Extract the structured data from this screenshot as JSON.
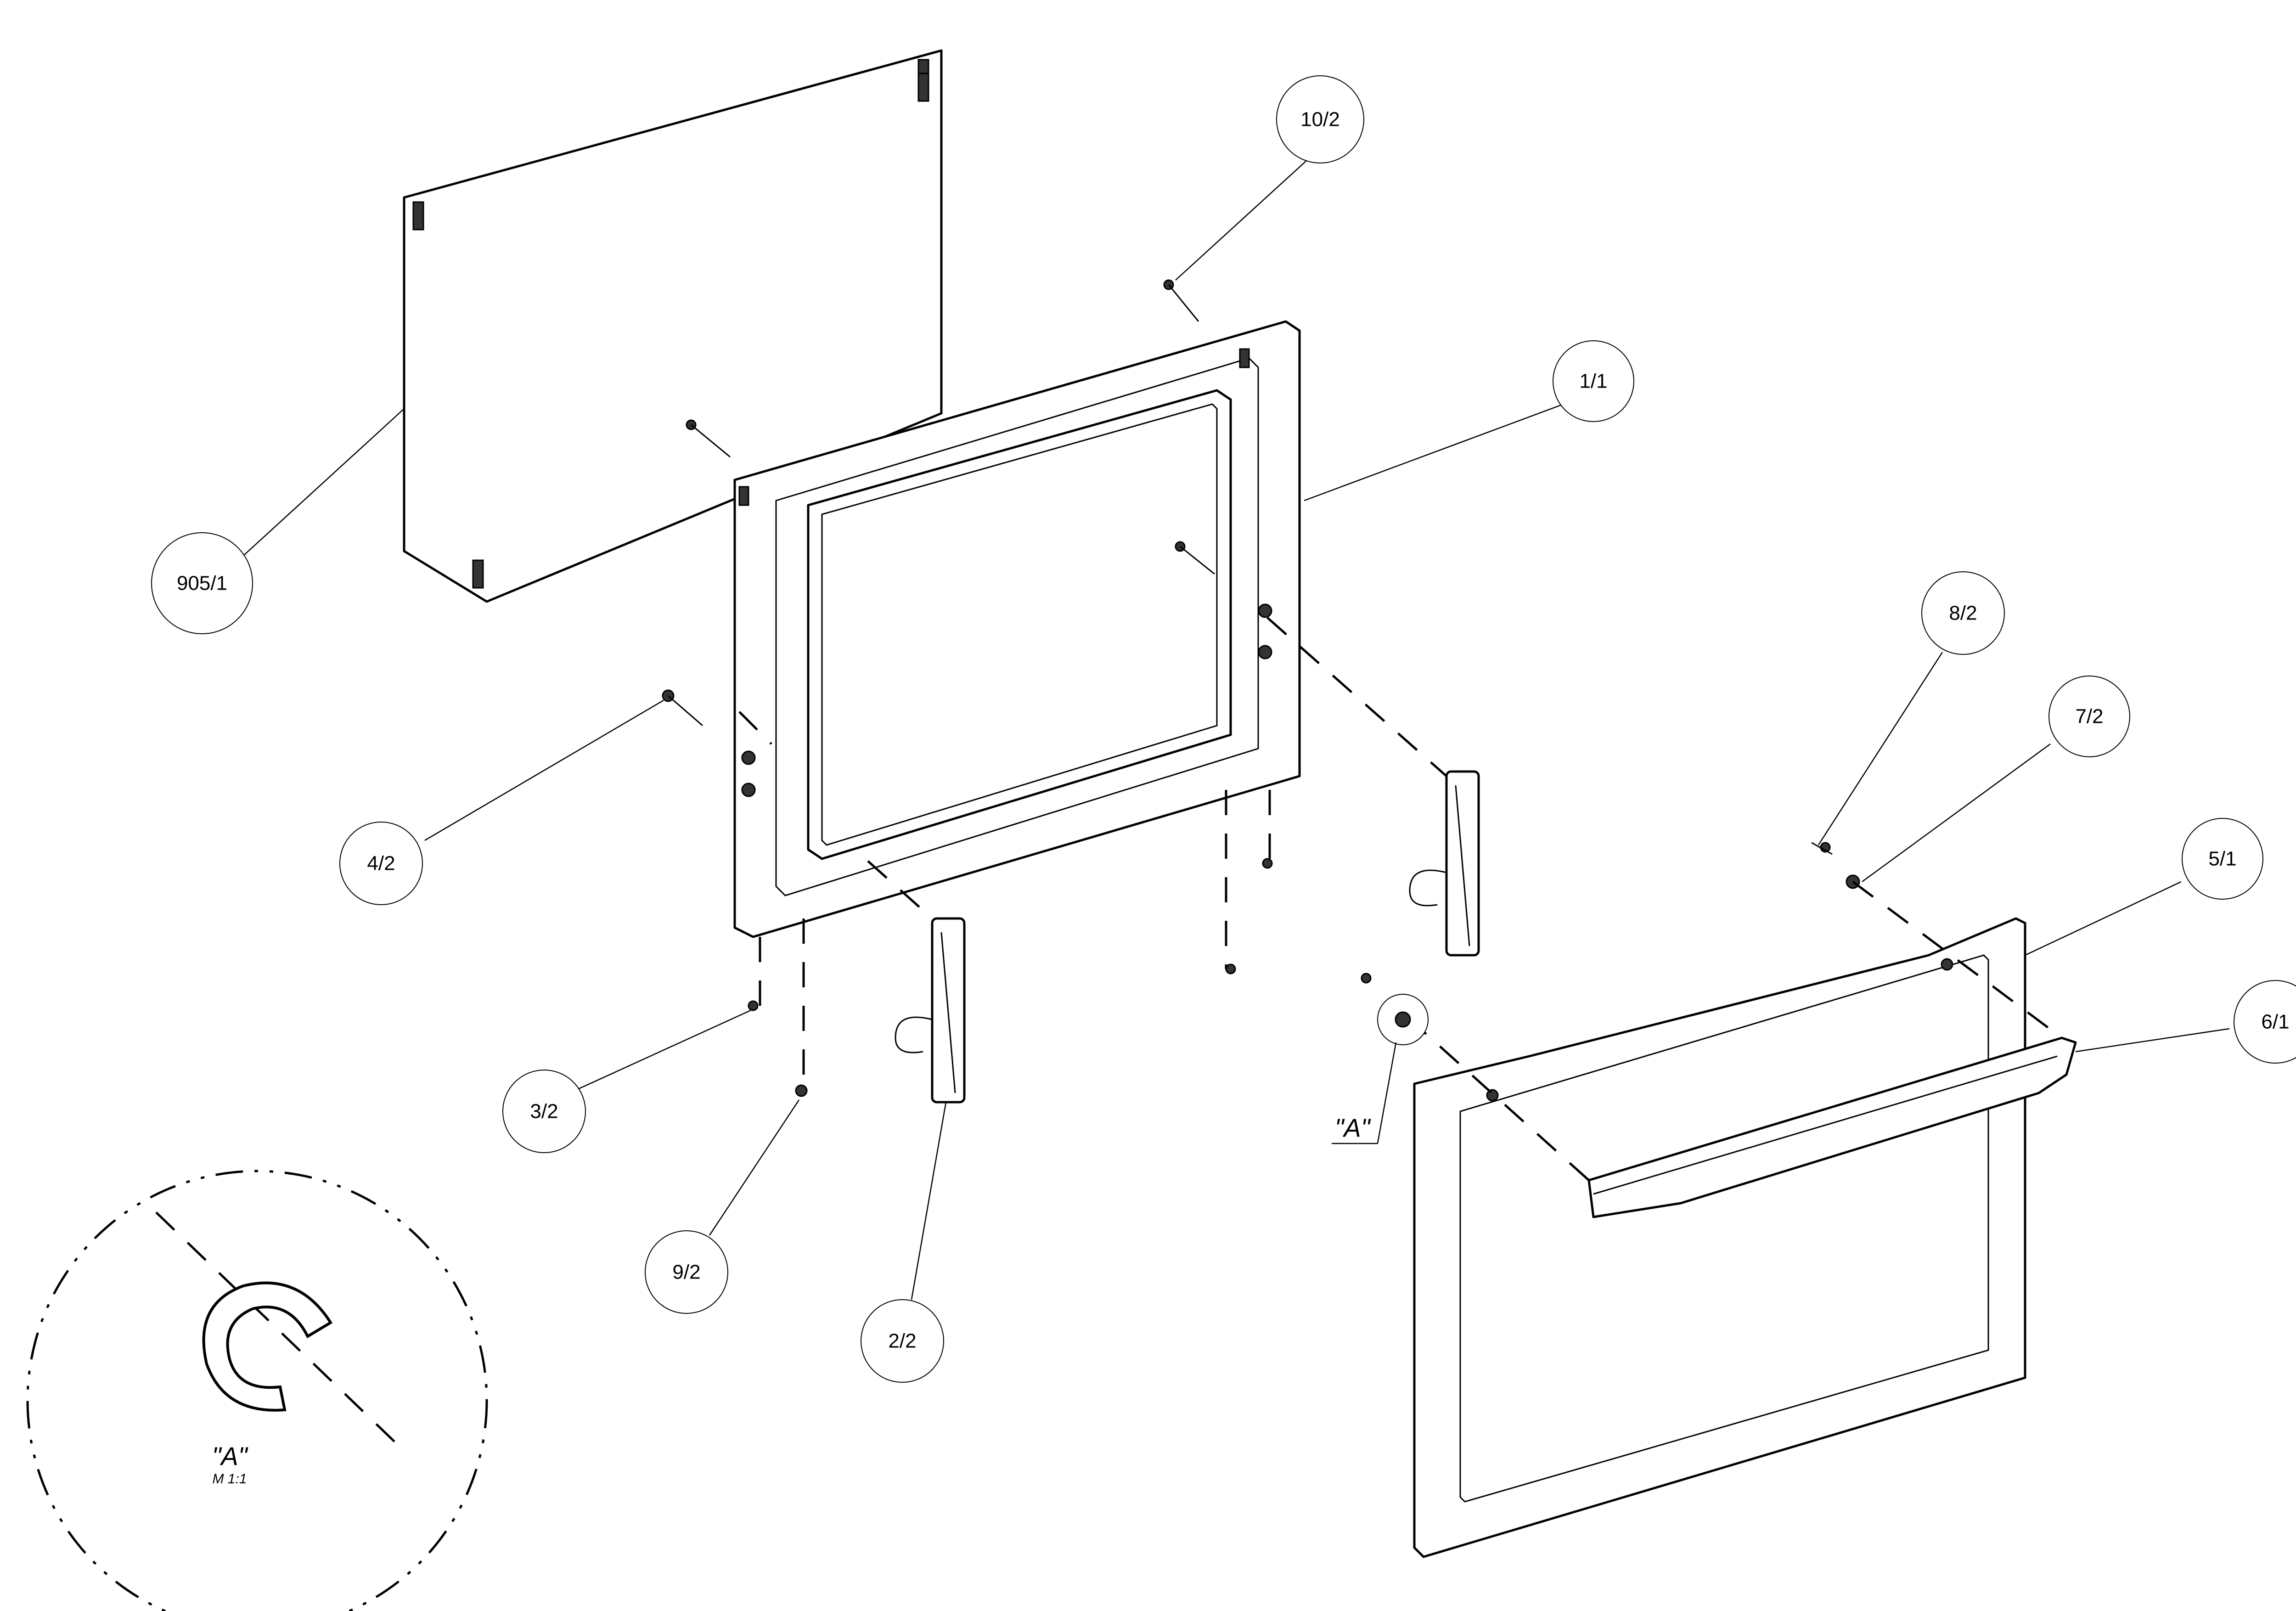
{
  "callouts": [
    {
      "id": "905-1",
      "label": "905/1"
    },
    {
      "id": "10-2",
      "label": "10/2"
    },
    {
      "id": "1-1",
      "label": "1/1"
    },
    {
      "id": "4-2",
      "label": "4/2"
    },
    {
      "id": "3-2",
      "label": "3/2"
    },
    {
      "id": "9-2",
      "label": "9/2"
    },
    {
      "id": "2-2",
      "label": "2/2"
    },
    {
      "id": "8-2",
      "label": "8/2"
    },
    {
      "id": "7-2",
      "label": "7/2"
    },
    {
      "id": "5-1",
      "label": "5/1"
    },
    {
      "id": "6-1",
      "label": "6/1"
    }
  ],
  "detail_ref_label": "\"A\"",
  "detail_view": {
    "label": "\"A\"",
    "scale": "M 1:1"
  },
  "colors": {
    "line": "#000000",
    "background": "#ffffff"
  }
}
